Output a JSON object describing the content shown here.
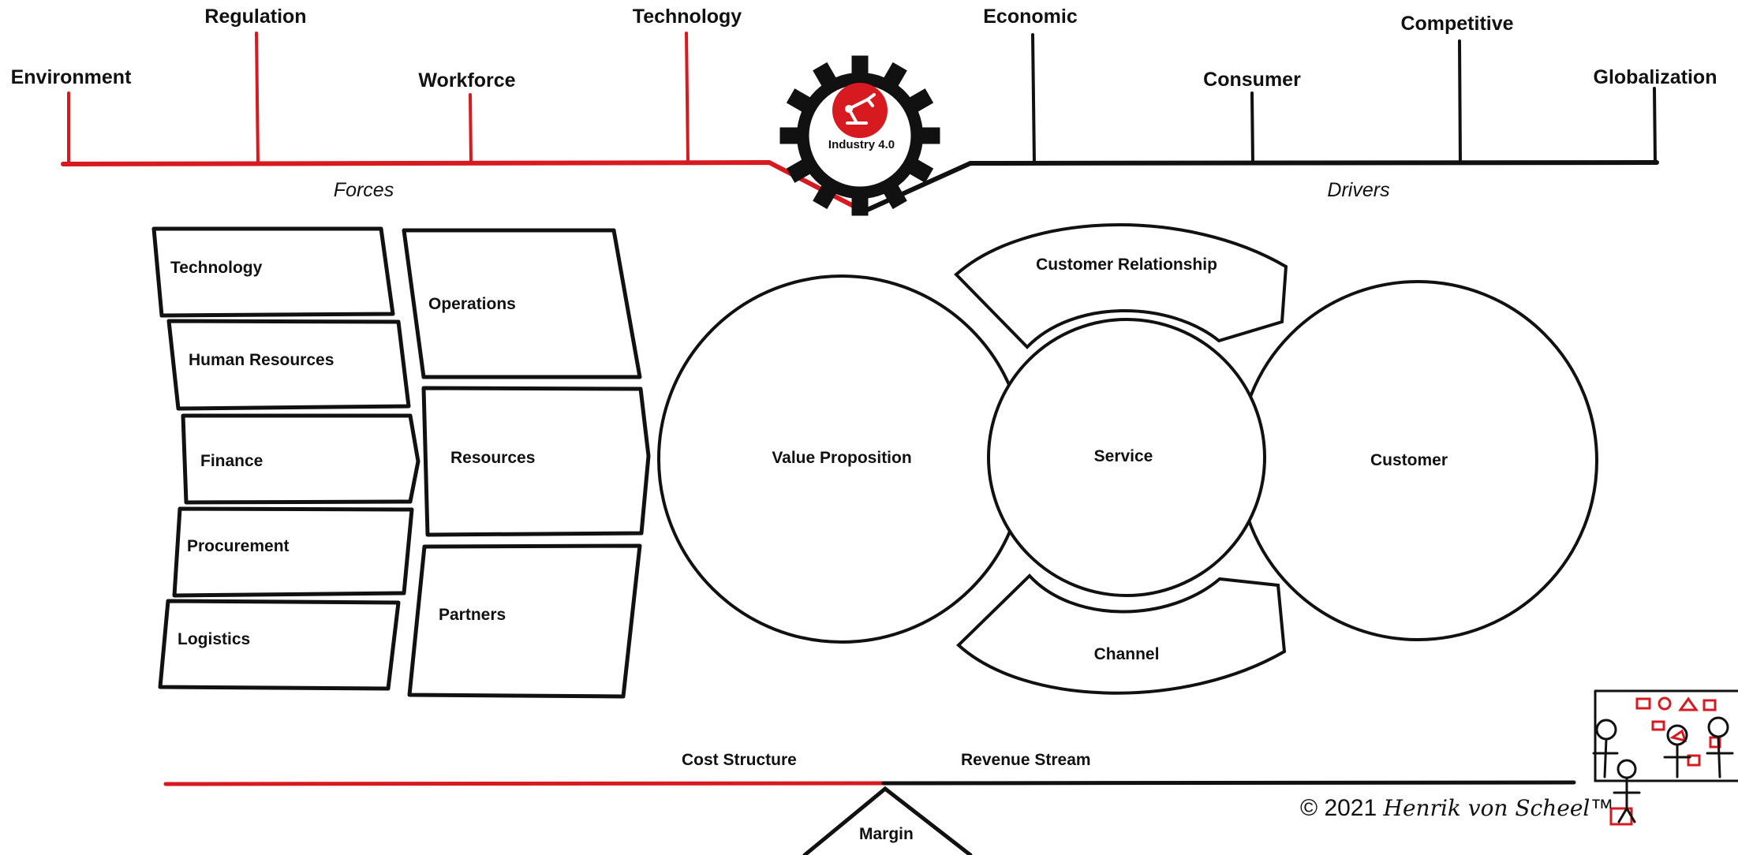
{
  "top": {
    "forces": {
      "caption": "Forces",
      "items": [
        "Environment",
        "Regulation",
        "Workforce",
        "Technology"
      ]
    },
    "drivers": {
      "caption": "Drivers",
      "items": [
        "Economic",
        "Consumer",
        "Competitive",
        "Globalization"
      ]
    },
    "hub_label": "Industry 4.0",
    "hub_icon": "robot-arm-icon"
  },
  "support_activities": [
    "Technology",
    "Human Resources",
    "Finance",
    "Procurement",
    "Logistics"
  ],
  "core_activities": [
    "Operations",
    "Resources",
    "Partners"
  ],
  "circles": {
    "value_proposition": "Value Proposition",
    "service": "Service",
    "customer": "Customer",
    "customer_relationship": "Customer Relationship",
    "channel": "Channel"
  },
  "bottom": {
    "cost_structure": "Cost Structure",
    "revenue_stream": "Revenue Stream",
    "margin": "Margin"
  },
  "copyright": {
    "symbol_year": "© 2021",
    "author": "Henrik von Scheel",
    "trademark": "™"
  },
  "colors": {
    "accent_red": "#d71920",
    "ink": "#111111"
  }
}
